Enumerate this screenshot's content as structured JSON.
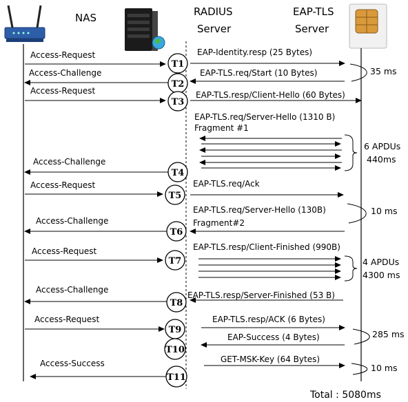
{
  "headers": {
    "nas": "NAS",
    "radius_line1": "RADIUS",
    "radius_line2": "Server",
    "eaptls_line1": "EAP-TLS",
    "eaptls_line2": "Server"
  },
  "left_messages": {
    "t1": "Access-Request",
    "t2": "Access-Challenge",
    "t3": "Access-Request",
    "t4": "Access-Challenge",
    "t5": "Access-Request",
    "t6": "Access-Challenge",
    "t7": "Access-Request",
    "t8": "Access-Challenge",
    "t9": "Access-Request",
    "t11": "Access-Success"
  },
  "right_messages": {
    "m1": "EAP-Identity.resp (25 Bytes)",
    "m2": "EAP-TLS.req/Start (10 Bytes)",
    "m3": "EAP-TLS.resp/Client-Hello (60 Bytes)",
    "m4a": "EAP-TLS.req/Server-Hello (1310 B)",
    "m4b": "Fragment #1",
    "m5": "EAP-TLS.req/Ack",
    "m6a": "EAP-TLS.req/Server-Hello (130B)",
    "m6b": "Fragment#2",
    "m7": "EAP-TLS.resp/Client-Finished (990B)",
    "m8": "EAP-TLS.resp/Server-Finished (53 B)",
    "m9": "EAP-TLS.resp/ACK (6 Bytes)",
    "m10": "EAP-Success (4 Bytes)",
    "m11": "GET-MSK-Key (64 Bytes)"
  },
  "timings": {
    "t1_t2": "35 ms",
    "apdu_group1_count": "6 APDUs",
    "apdu_group1_time": "440ms",
    "t5_t6": "10 ms",
    "apdu_group2_count": "4 APDUs",
    "apdu_group2_time": "4300 ms",
    "t9_t10": "285 ms",
    "t10_t11": "10 ms"
  },
  "steps": [
    "T1",
    "T2",
    "T3",
    "T4",
    "T5",
    "T6",
    "T7",
    "T8",
    "T9",
    "T10",
    "T11"
  ],
  "total": "Total : 5080ms",
  "icons": [
    "router-icon",
    "server-icon",
    "sim-card-icon"
  ]
}
